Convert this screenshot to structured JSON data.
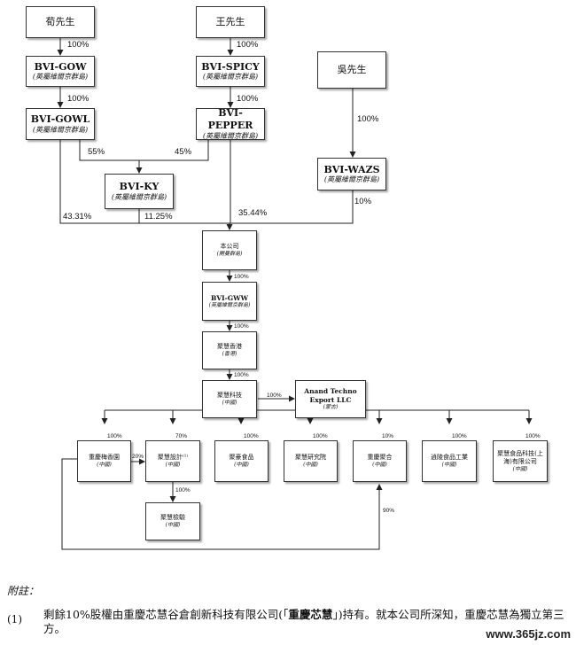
{
  "nodes": {
    "gou": {
      "name": "荀先生"
    },
    "wang": {
      "name": "王先生"
    },
    "wu": {
      "name": "吳先生"
    },
    "bvi_gow": {
      "name": "BVI-GOW",
      "sub": "(英屬維爾京群島)"
    },
    "bvi_spicy": {
      "name": "BVI-SPICY",
      "sub": "(英屬維爾京群島)"
    },
    "bvi_gowl": {
      "name": "BVI-GOWL",
      "sub": "(英屬維爾京群島)"
    },
    "bvi_pepper": {
      "name": "BVI-PEPPER",
      "sub": "(英屬維爾京群島)"
    },
    "bvi_wazs": {
      "name": "BVI-WAZS",
      "sub": "(英屬維爾京群島)"
    },
    "bvi_ky": {
      "name": "BVI-KY",
      "sub": "(英屬維爾京群島)"
    },
    "company": {
      "name": "本公司",
      "sub": "(開曼群島)"
    },
    "bvi_gww": {
      "name": "BVI-GWW",
      "sub": "(英屬維爾京群島)"
    },
    "hk": {
      "name": "聚慧香港",
      "sub": "(香港)"
    },
    "tech": {
      "name": "聚慧科技",
      "sub": "(中國)"
    },
    "anand": {
      "name": "Anand Techno Export LLC",
      "sub": "(蒙古)"
    },
    "c1": {
      "name": "重慶梅香園",
      "sub": "(中國)"
    },
    "c2": {
      "name": "聚慧設計⁽¹⁾",
      "sub": "(中國)"
    },
    "c3": {
      "name": "聚豪食品",
      "sub": "(中國)"
    },
    "c4": {
      "name": "聚慧研究院",
      "sub": "(中國)"
    },
    "c5": {
      "name": "重慶聚合",
      "sub": "(中國)"
    },
    "c6": {
      "name": "逍陵食品工業",
      "sub": "(中國)"
    },
    "c7": {
      "name": "聚慧食品科技(上海)有限公司",
      "sub": "(中國)"
    },
    "c8": {
      "name": "聚慧檢驗",
      "sub": "(中國)"
    }
  },
  "edges": {
    "gou_gow": "100%",
    "wang_spicy": "100%",
    "gow_gowl": "100%",
    "spicy_pepper": "100%",
    "wu_wazs": "100%",
    "gowl_ky": "55%",
    "pepper_ky": "45%",
    "gowl_company": "43.31%",
    "ky_company": "11.25%",
    "pepper_company": "35.44%",
    "wazs_company": "10%",
    "company_gww": "100%",
    "gww_hk": "100%",
    "hk_tech": "100%",
    "tech_anand": "100%",
    "tech_c1": "100%",
    "tech_c2": "70%",
    "tech_c3": "100%",
    "tech_c4": "100%",
    "tech_c5": "10%",
    "tech_c6": "100%",
    "tech_c7": "100%",
    "c1_c2": "20%",
    "c2_c8": "100%",
    "c1_c5": "90%"
  },
  "notes": {
    "title": "附註：",
    "items": [
      {
        "num": "(1)",
        "pre": "剩餘10%股權由重慶芯慧谷倉創新科技有限公司(「",
        "bold": "重慶芯慧",
        "post": "」)持有。就本公司所深知，重慶芯慧為獨立第三方。"
      }
    ]
  },
  "watermark": "www.365jz.com"
}
